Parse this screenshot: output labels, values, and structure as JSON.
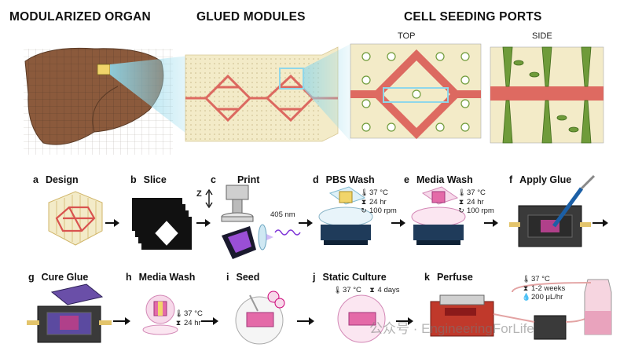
{
  "top": {
    "modularized_organ": "MODULARIZED ORGAN",
    "glued_modules": "GLUED MODULES",
    "cell_seeding_ports": "CELL SEEDING PORTS",
    "top_label": "TOP",
    "side_label": "SIDE"
  },
  "row1": [
    {
      "letter": "a",
      "title": "Design"
    },
    {
      "letter": "b",
      "title": "Slice"
    },
    {
      "letter": "c",
      "title": "Print"
    },
    {
      "letter": "d",
      "title": "PBS Wash"
    },
    {
      "letter": "e",
      "title": "Media Wash"
    },
    {
      "letter": "f",
      "title": "Apply Glue"
    }
  ],
  "row2": [
    {
      "letter": "g",
      "title": "Cure Glue"
    },
    {
      "letter": "h",
      "title": "Media Wash"
    },
    {
      "letter": "i",
      "title": "Seed"
    },
    {
      "letter": "j",
      "title": "Static Culture"
    },
    {
      "letter": "k",
      "title": "Perfuse"
    }
  ],
  "print": {
    "z_label": "Z",
    "wavelength": "405 nm"
  },
  "conditions": {
    "pbs_temp": "37 °C",
    "pbs_time": "24 hr",
    "pbs_speed": "100 rpm",
    "media_temp": "37 °C",
    "media_time": "24 hr",
    "media_speed": "100 rpm",
    "h_temp": "37 °C",
    "h_time": "24 hr",
    "static_temp": "37 °C",
    "static_time": "4 days",
    "perfuse_temp": "37 °C",
    "perfuse_time": "1-2 weeks",
    "perfuse_rate": "200 μL/hr"
  },
  "watermark": "公众号 · EngineeringForLife",
  "colors": {
    "red": "#d9534f",
    "liver": "#8b5a3c",
    "cream": "#f3ebc8",
    "green": "#6f9b3a",
    "pink": "#e46aa8",
    "cyan": "#8fd7ea"
  }
}
